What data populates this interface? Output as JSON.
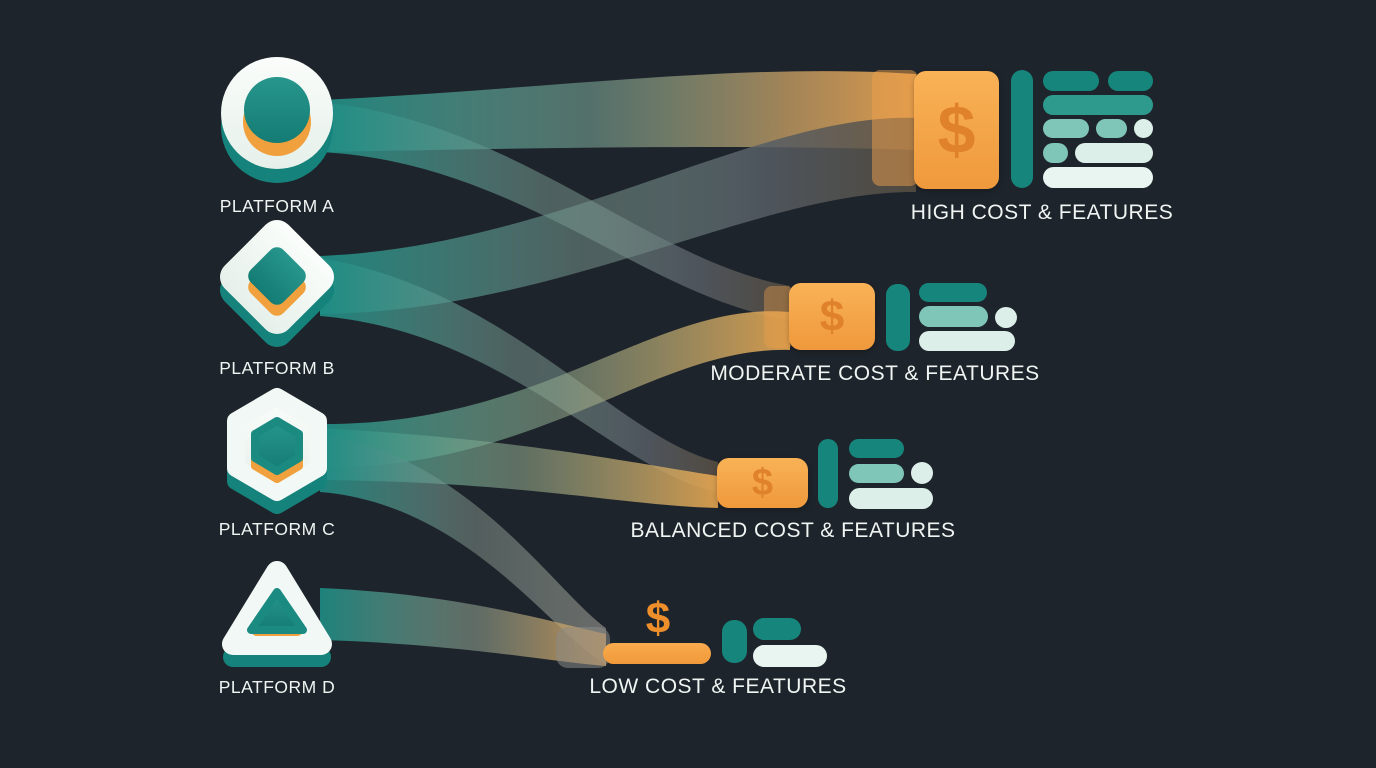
{
  "title": "Platform cost and feature comparison flow diagram",
  "palette": {
    "background": "#1e242b",
    "teal": "#16867d",
    "teal_mid": "#2e998d",
    "teal_light": "#7fc6b9",
    "teal_pale": "#dcefe9",
    "icon_white": "#f4faf7",
    "orange": "#f4a441",
    "orange_deep": "#e0812c",
    "ribbon_gray": "#565d65",
    "text": "#f0f5f3"
  },
  "platforms": [
    {
      "id": "platform-a",
      "label": "PLATFORM A",
      "icon": "circle-icon"
    },
    {
      "id": "platform-b",
      "label": "PLATFORM B",
      "icon": "diamond-icon"
    },
    {
      "id": "platform-c",
      "label": "PLATFORM C",
      "icon": "hexagon-icon"
    },
    {
      "id": "platform-d",
      "label": "PLATFORM D",
      "icon": "triangle-icon"
    }
  ],
  "categories": [
    {
      "id": "high",
      "label": "HIGH COST & FEATURES",
      "currency_symbol": "$",
      "cost_level": "high"
    },
    {
      "id": "moderate",
      "label": "MODERATE COST & FEATURES",
      "currency_symbol": "$",
      "cost_level": "moderate"
    },
    {
      "id": "balanced",
      "label": "BALANCED COST & FEATURES",
      "currency_symbol": "$",
      "cost_level": "balanced"
    },
    {
      "id": "low",
      "label": "LOW COST & FEATURES",
      "currency_symbol": "$",
      "cost_level": "low"
    }
  ],
  "flows": [
    {
      "from": "PLATFORM A",
      "to": "HIGH COST & FEATURES"
    },
    {
      "from": "PLATFORM A",
      "to": "MODERATE COST & FEATURES"
    },
    {
      "from": "PLATFORM B",
      "to": "HIGH COST & FEATURES"
    },
    {
      "from": "PLATFORM B",
      "to": "BALANCED COST & FEATURES"
    },
    {
      "from": "PLATFORM C",
      "to": "MODERATE COST & FEATURES"
    },
    {
      "from": "PLATFORM C",
      "to": "LOW COST & FEATURES"
    },
    {
      "from": "PLATFORM D",
      "to": "LOW COST & FEATURES"
    }
  ]
}
